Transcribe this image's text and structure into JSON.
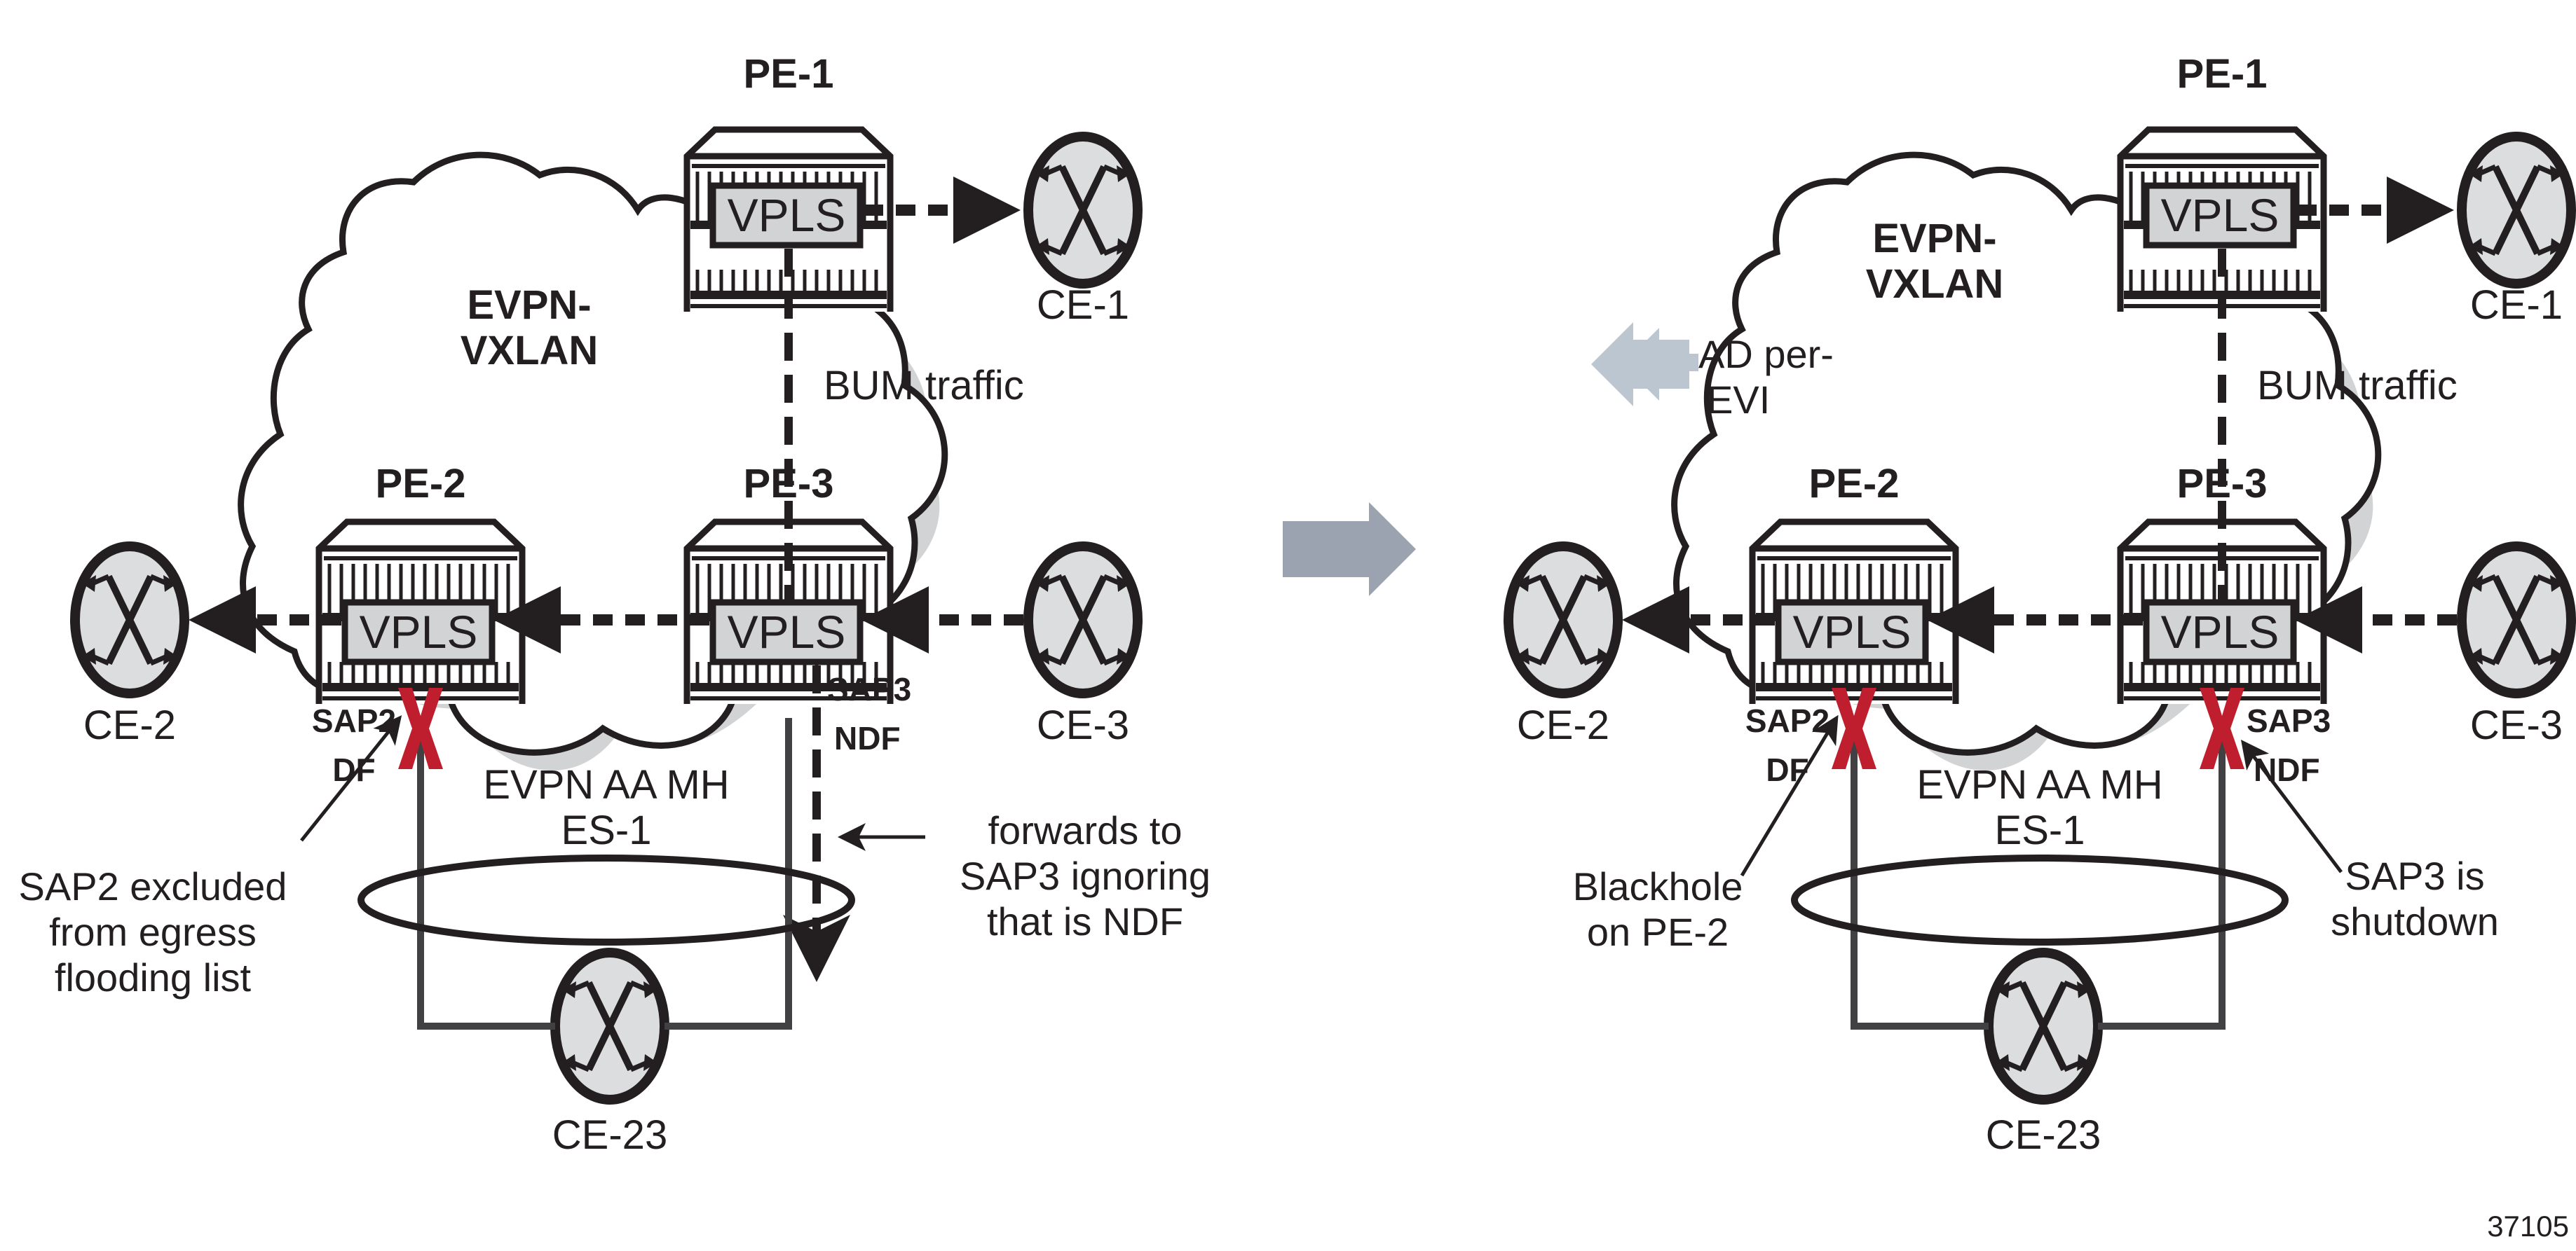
{
  "figure_id": "37105",
  "colors": {
    "ink": "#231f20",
    "ce_fill": "#dcddde",
    "vpls_fill": "#d1d3d4",
    "cloud_shadow": "#d1d3d4",
    "fail_x": "#be1e2d",
    "transition_arrow": "#9ca3b0",
    "ad_arrow": "#bcc6d1",
    "link": "#414042"
  },
  "transition_arrow": {
    "icon": "arrow-right-icon"
  },
  "panels": [
    {
      "id": "before",
      "cloud_label": [
        "EVPN-",
        "VXLAN"
      ],
      "bum_label": "BUM traffic",
      "pe": [
        {
          "name": "PE-1",
          "service": "VPLS"
        },
        {
          "name": "PE-2",
          "service": "VPLS"
        },
        {
          "name": "PE-3",
          "service": "VPLS"
        }
      ],
      "ce": [
        "CE-1",
        "CE-2",
        "CE-3",
        "CE-23"
      ],
      "es_label": [
        "EVPN AA MH",
        "ES-1"
      ],
      "sap2": {
        "name": "SAP2",
        "role": "DF",
        "failed": true
      },
      "sap3": {
        "name": "SAP3",
        "role": "NDF",
        "failed": false
      },
      "callout_left": [
        "SAP2 excluded",
        "from egress",
        "flooding list"
      ],
      "callout_right": [
        "forwards to",
        "SAP3 ignoring",
        "that is NDF"
      ]
    },
    {
      "id": "after",
      "cloud_label": [
        "EVPN-",
        "VXLAN"
      ],
      "bum_label": "BUM traffic",
      "ad_label": [
        "AD per-",
        "EVI"
      ],
      "pe": [
        {
          "name": "PE-1",
          "service": "VPLS"
        },
        {
          "name": "PE-2",
          "service": "VPLS"
        },
        {
          "name": "PE-3",
          "service": "VPLS"
        }
      ],
      "ce": [
        "CE-1",
        "CE-2",
        "CE-3",
        "CE-23"
      ],
      "es_label": [
        "EVPN AA MH",
        "ES-1"
      ],
      "sap2": {
        "name": "SAP2",
        "role": "DF",
        "failed": true
      },
      "sap3": {
        "name": "SAP3",
        "role": "NDF",
        "failed": true
      },
      "callout_left": [
        "Blackhole",
        "on PE-2"
      ],
      "callout_right": [
        "SAP3 is",
        "shutdown"
      ]
    }
  ]
}
